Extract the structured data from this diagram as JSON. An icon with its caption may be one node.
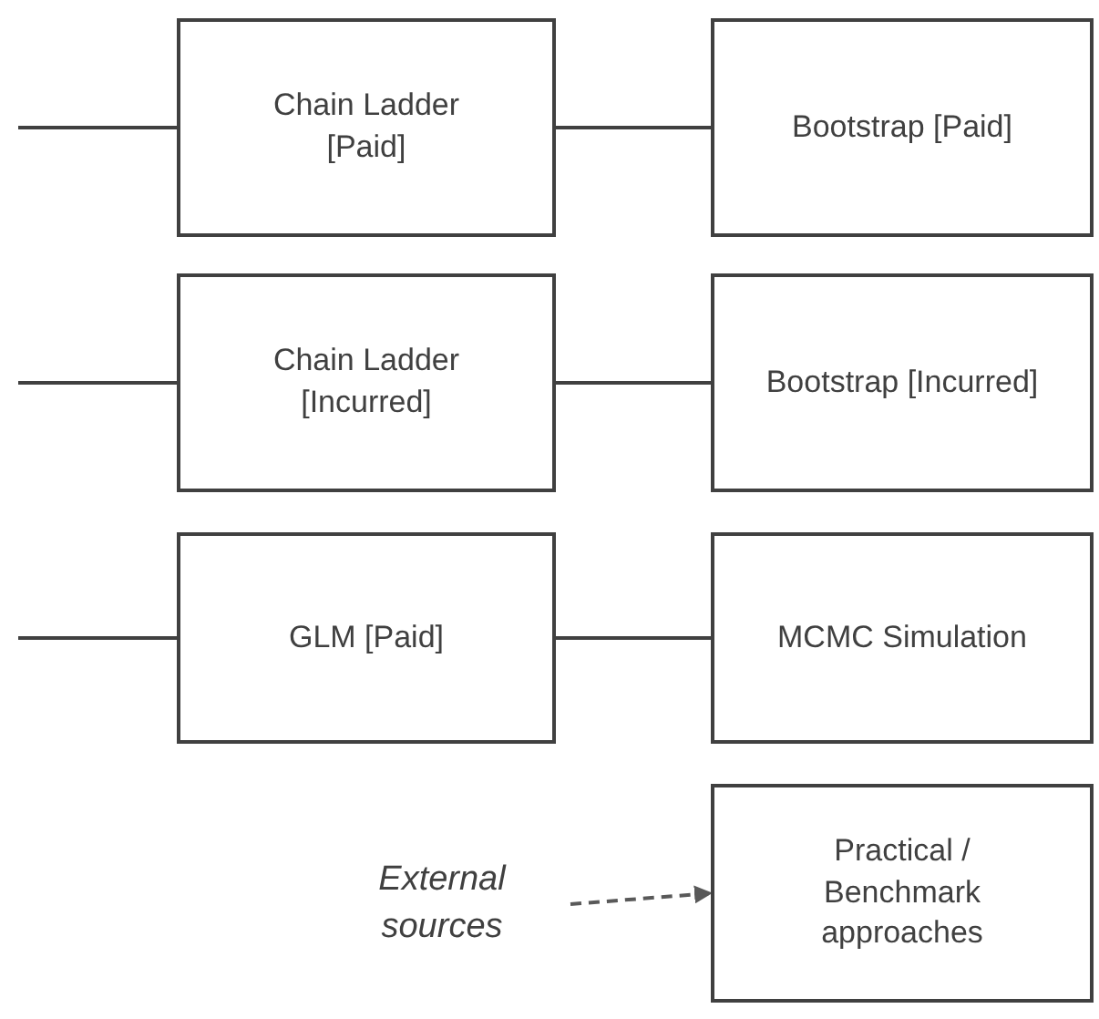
{
  "diagram": {
    "nodes": [
      {
        "text": [
          "Chain Ladder [Paid]"
        ]
      },
      {
        "text": [
          "Bootstrap [Paid]"
        ]
      },
      {
        "text": [
          "Chain Ladder [Incurred]"
        ]
      },
      {
        "text": [
          "Bootstrap [Incurred]"
        ]
      },
      {
        "text": [
          "GLM [Paid]"
        ]
      },
      {
        "text": [
          "MCMC Simulation"
        ]
      },
      {
        "text": [
          "External sources"
        ]
      },
      {
        "text": [
          "Practical / Benchmark approaches"
        ]
      }
    ],
    "edges": [
      {
        "from": null,
        "to": 0,
        "arrow": "none"
      },
      {
        "from": 0,
        "to": 1,
        "arrow": "none"
      },
      {
        "from": null,
        "to": 2,
        "arrow": "none"
      },
      {
        "from": 2,
        "to": 3,
        "arrow": "none"
      },
      {
        "from": null,
        "to": 4,
        "arrow": "none"
      },
      {
        "from": 4,
        "to": 5,
        "arrow": "none"
      },
      {
        "from": 6,
        "to": 7,
        "arrow": "to",
        "style": "dashed",
        "color": "#595959"
      }
    ]
  }
}
